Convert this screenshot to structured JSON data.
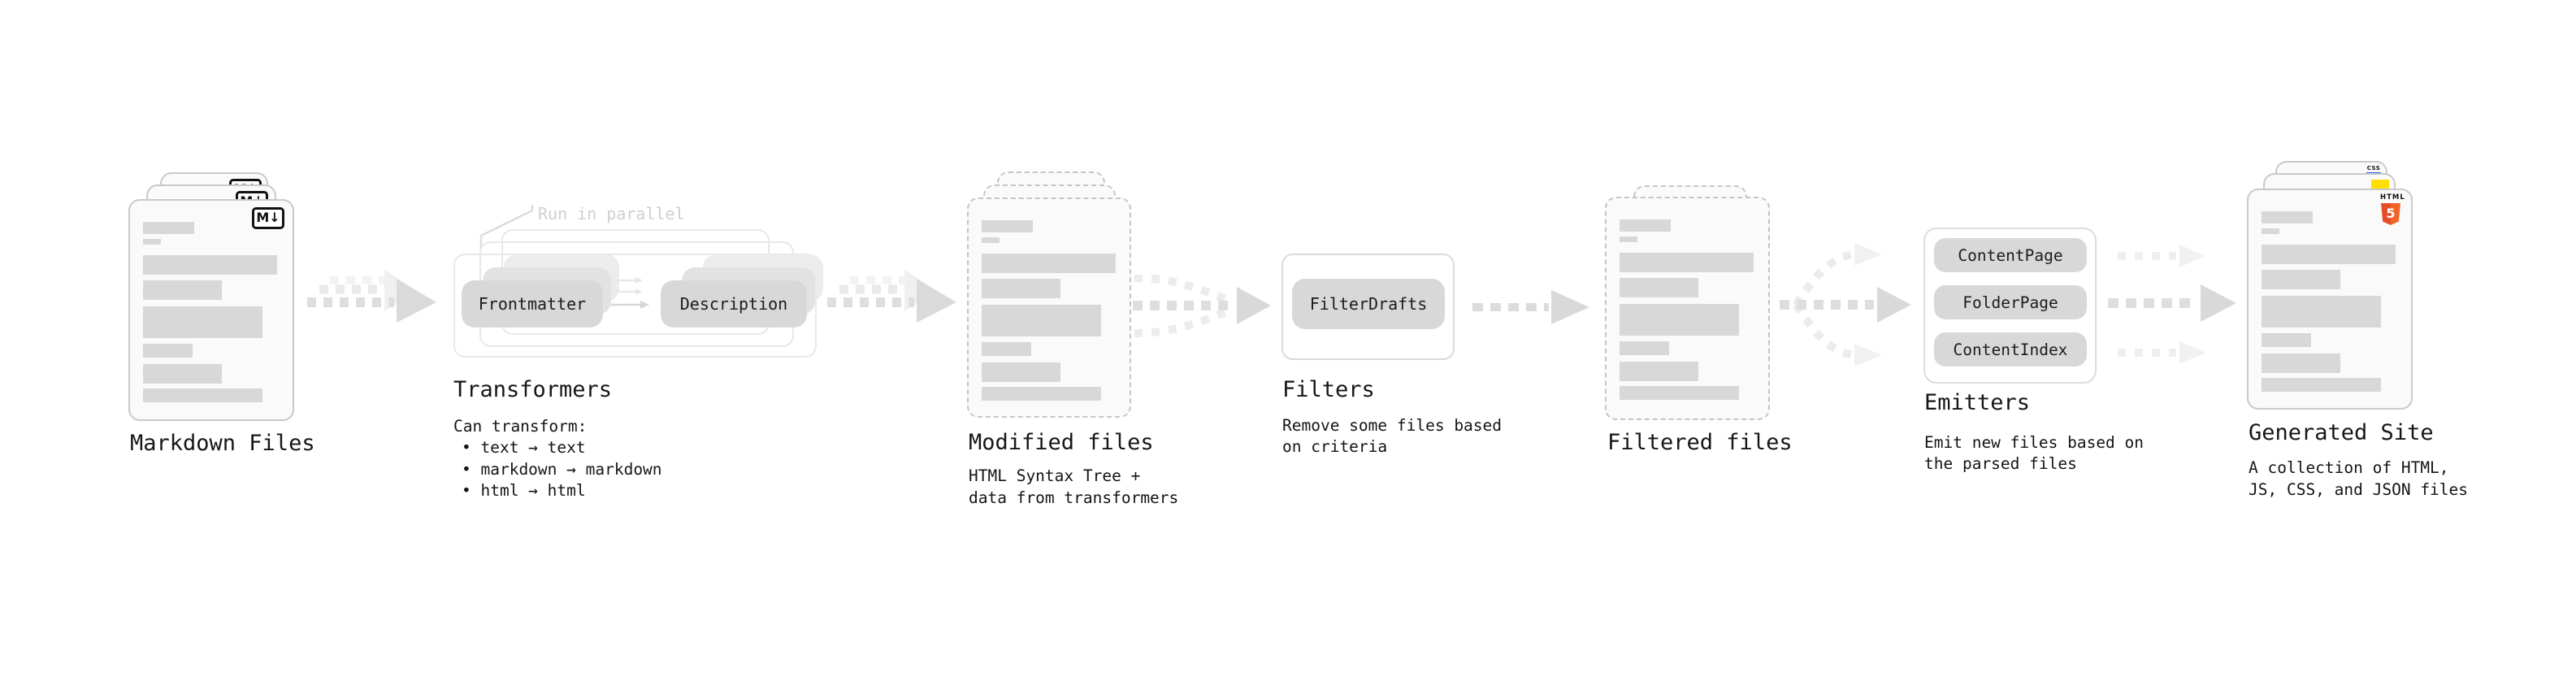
{
  "diagram": {
    "stage_markdown": {
      "title": "Markdown Files"
    },
    "stage_transformers": {
      "annotation": "Run in parallel",
      "node_frontmatter": "Frontmatter",
      "node_description": "Description",
      "title": "Transformers",
      "desc_heading": "Can transform:",
      "bullets": [
        "• text → text",
        "• markdown → markdown",
        "• html → html"
      ]
    },
    "stage_modified": {
      "title": "Modified files",
      "desc_lines": [
        "HTML Syntax Tree +",
        "data from transformers"
      ]
    },
    "stage_filters": {
      "title": "Filters",
      "node_filterdrafts": "FilterDrafts",
      "desc_lines": [
        "Remove some files based",
        "on criteria"
      ]
    },
    "stage_filtered": {
      "title": "Filtered files"
    },
    "stage_emitters": {
      "title": "Emitters",
      "nodes": [
        "ContentPage",
        "FolderPage",
        "ContentIndex"
      ],
      "desc_lines": [
        "Emit new files based on",
        "the parsed files"
      ]
    },
    "stage_generated": {
      "title": "Generated Site",
      "desc_lines": [
        "A collection of HTML,",
        "JS, CSS, and JSON files"
      ]
    },
    "badges": {
      "markdown": "M↓",
      "html5_label": "HTML",
      "html5_number": "5",
      "css": "CSS"
    },
    "colors": {
      "html5_orange": "#e44d26",
      "js_yellow": "#ffe000",
      "css_blue": "#2862e9"
    }
  }
}
